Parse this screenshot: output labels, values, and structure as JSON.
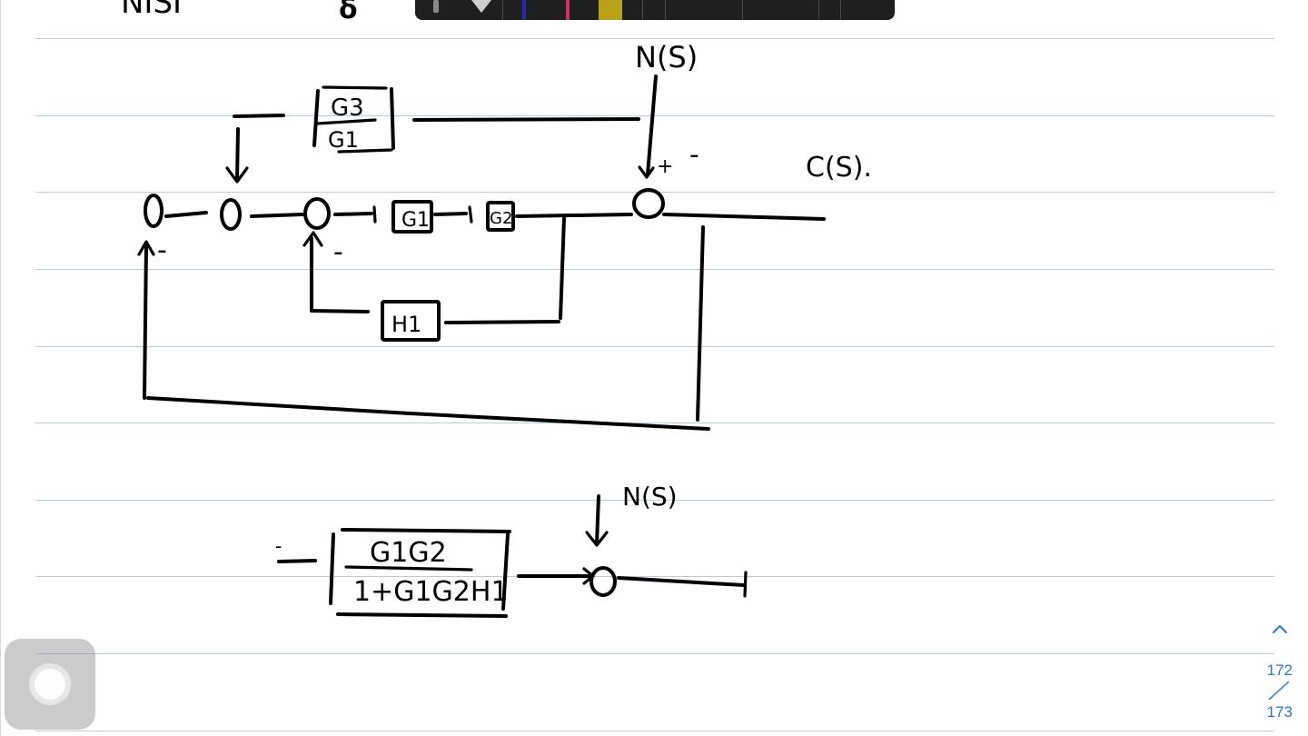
{
  "notes": {
    "top_partial_labels": [
      "NISI",
      "δ"
    ],
    "diagram1": {
      "disturbance_label": "N(S)",
      "output_label": "C(S).",
      "feedforward_block": {
        "numerator": "G3",
        "denominator": "G1"
      },
      "block_g1": "G1",
      "block_g2": "G2",
      "feedback_block": "H1",
      "sign_labels": [
        "-",
        "-",
        "-",
        "+"
      ]
    },
    "diagram2": {
      "disturbance_label": "N(S)",
      "block": {
        "numerator": "G1G2",
        "denominator": "1+G1G2H1"
      },
      "sign_label": "-"
    }
  },
  "navigation": {
    "page_up_glyph": "^",
    "current_page": "172",
    "total_pages": "173"
  },
  "toolbar": {
    "swatch_colors": [
      "#2a2aa8",
      "#d0325a",
      "#b8a219"
    ]
  },
  "ui_colors": {
    "accent": "#2f76c9",
    "ruled_line": "#b9cbe0"
  }
}
